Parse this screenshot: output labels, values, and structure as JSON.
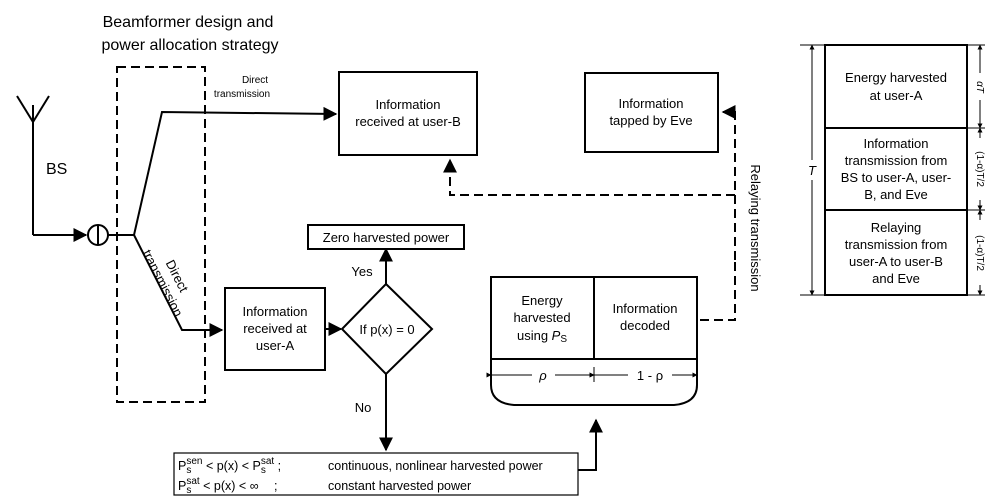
{
  "title": [
    "Beamformer design and",
    "power allocation strategy"
  ],
  "bs_label": "BS",
  "direct_top": [
    "Direct",
    "transmission"
  ],
  "direct_diag": [
    "Direct",
    "transmission"
  ],
  "info_user_b": [
    "Information",
    "received at user-B"
  ],
  "info_eve": [
    "Information",
    "tapped by Eve"
  ],
  "zero_power": "Zero harvested power",
  "yes": "Yes",
  "no": "No",
  "info_user_a": [
    "Information",
    "received at",
    "user-A"
  ],
  "decision": "If p(x) = 0",
  "energy_box": [
    "Energy",
    "harvested",
    "using "
  ],
  "energy_ps": "P",
  "energy_ps_sub": "S",
  "info_decoded": [
    "Information",
    "decoded"
  ],
  "rho": "ρ",
  "one_minus_rho": "1 - ρ",
  "relaying": "Relaying transmission",
  "cond1": {
    "p": "P",
    "s": "s",
    "sen": "sen",
    "mid": " < p(x) < ",
    "sat": "sat",
    "sep": " ;",
    "desc": "continuous, nonlinear harvested power"
  },
  "cond2": {
    "p": "P",
    "s": "s",
    "sat": "sat",
    "mid": " < p(x) < ∞",
    "sep": " ;",
    "desc": "constant harvested power"
  },
  "frame": {
    "t": "T",
    "row1": [
      "Energy harvested",
      "at user-A"
    ],
    "row2": [
      "Information",
      "transmission from",
      "BS to user-A, user-",
      "B, and Eve"
    ],
    "row3": [
      "Relaying",
      "transmission from",
      "user-A to user-B",
      "and Eve"
    ],
    "dur1": "αT",
    "dur2": "(1-α)T/2",
    "dur3": "(1-α)T/2"
  }
}
